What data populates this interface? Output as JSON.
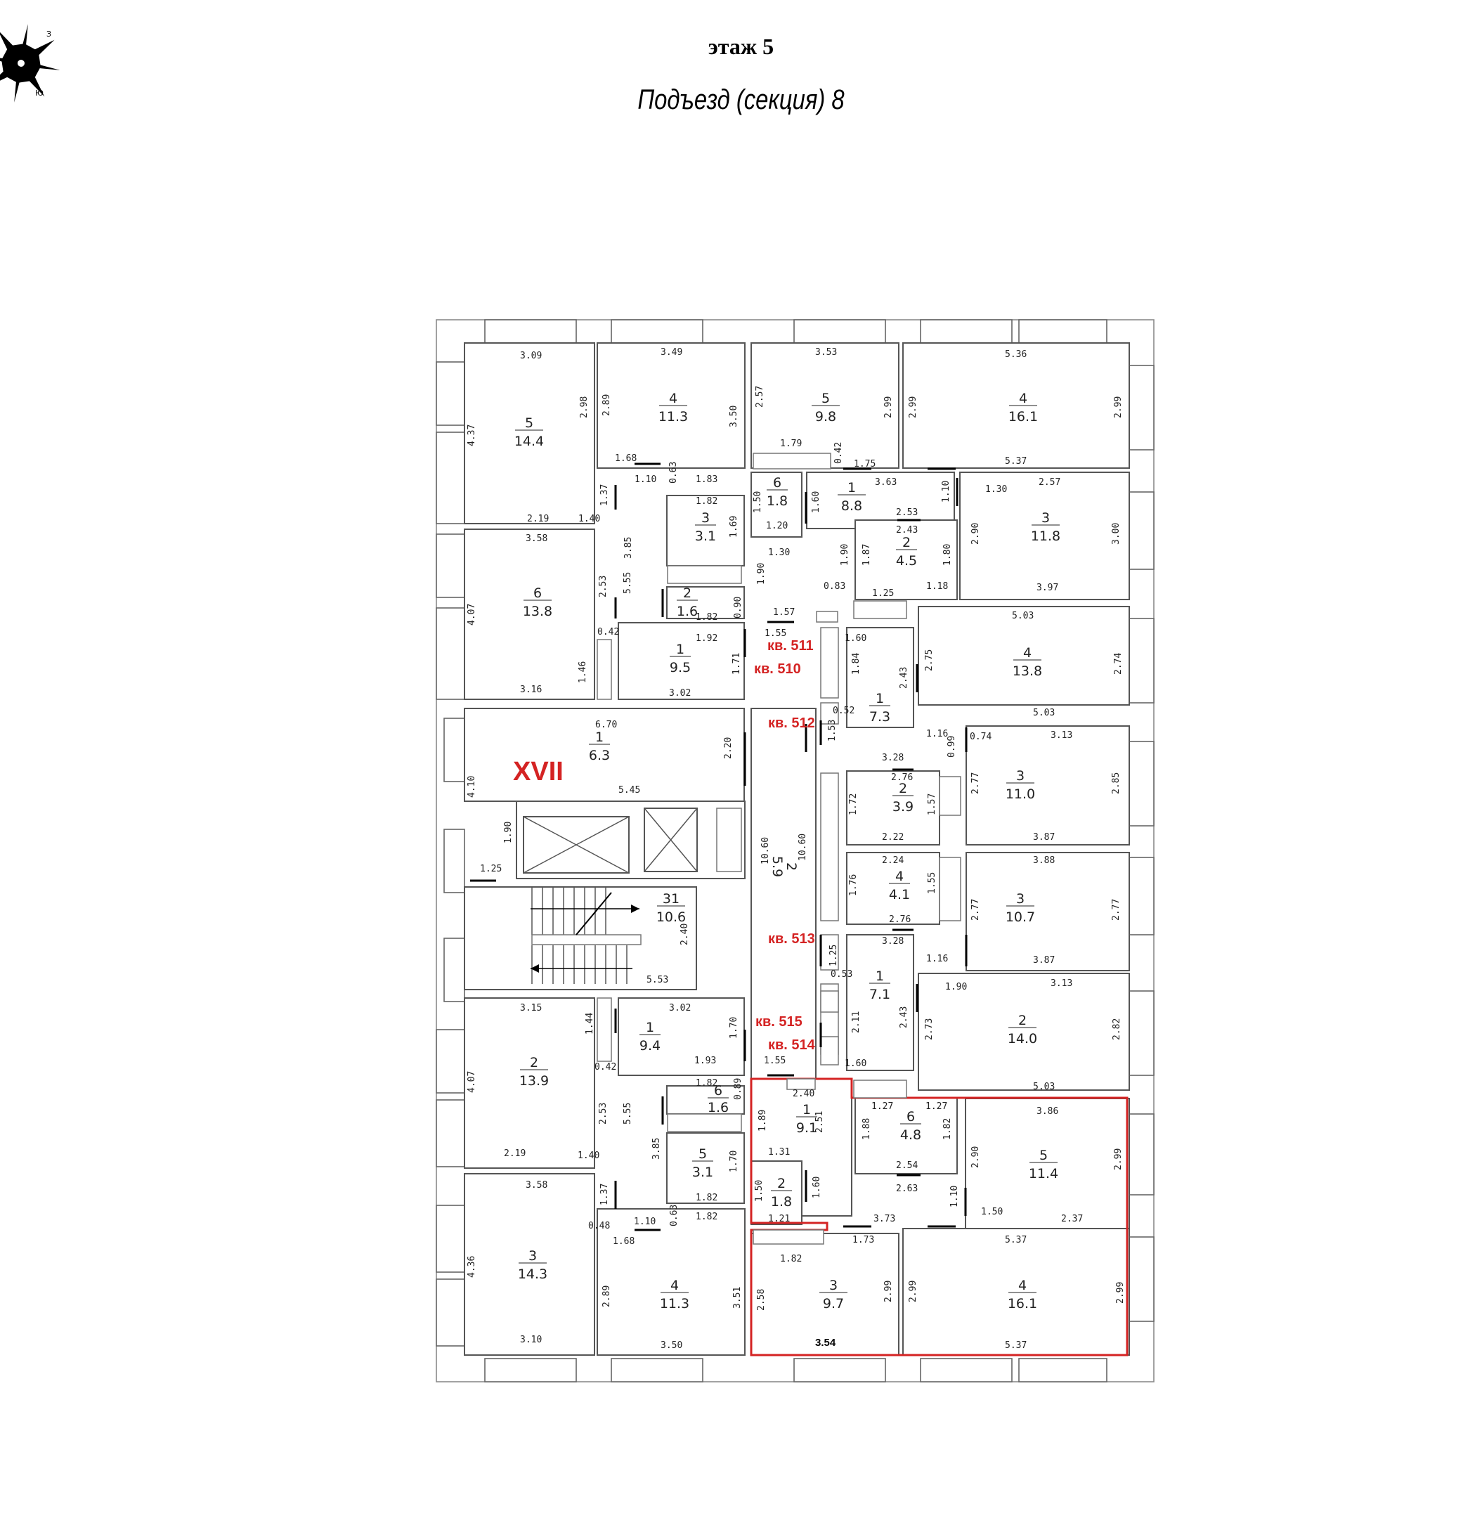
{
  "header": {
    "floor_label": "этаж 5",
    "section_label": "Подъезд (секция) 8"
  },
  "compass_letters": [
    "З",
    "Ю"
  ],
  "section_number": "XVII",
  "apartments": {
    "a511": "кв. 511",
    "a510": "кв. 510",
    "a512": "кв. 512",
    "a513": "кв. 513",
    "a515": "кв. 515",
    "a514": "кв. 514"
  },
  "rooms": [
    {
      "id": "r1",
      "num": "5",
      "area": "14.4"
    },
    {
      "id": "r2",
      "num": "4",
      "area": "11.3"
    },
    {
      "id": "r3",
      "num": "5",
      "area": "9.8"
    },
    {
      "id": "r4",
      "num": "4",
      "area": "16.1"
    },
    {
      "id": "r5",
      "num": "6",
      "area": "1.8"
    },
    {
      "id": "r6",
      "num": "1",
      "area": "8.8"
    },
    {
      "id": "r7",
      "num": "3",
      "area": "3.1"
    },
    {
      "id": "r8",
      "num": "2",
      "area": "4.5"
    },
    {
      "id": "r9",
      "num": "3",
      "area": "11.8"
    },
    {
      "id": "r10",
      "num": "6",
      "area": "13.8"
    },
    {
      "id": "r11",
      "num": "2",
      "area": "1.6"
    },
    {
      "id": "r12",
      "num": "1",
      "area": "9.5"
    },
    {
      "id": "r13",
      "num": "4",
      "area": "13.8"
    },
    {
      "id": "r14",
      "num": "1",
      "area": "7.3"
    },
    {
      "id": "r15",
      "num": "1",
      "area": "6.3"
    },
    {
      "id": "r16",
      "num": "2",
      "area": "3.9"
    },
    {
      "id": "r17",
      "num": "3",
      "area": "11.0"
    },
    {
      "id": "r18",
      "num": "2",
      "area": "5.9"
    },
    {
      "id": "r19",
      "num": "4",
      "area": "4.1"
    },
    {
      "id": "r20",
      "num": "3",
      "area": "10.7"
    },
    {
      "id": "r21",
      "num": "31",
      "area": "10.6"
    },
    {
      "id": "r22",
      "num": "1",
      "area": "7.1"
    },
    {
      "id": "r23",
      "num": "2",
      "area": "14.0"
    },
    {
      "id": "r24",
      "num": "2",
      "area": "13.9"
    },
    {
      "id": "r25",
      "num": "1",
      "area": "9.4"
    },
    {
      "id": "r26",
      "num": "6",
      "area": "1.6"
    },
    {
      "id": "r27",
      "num": "1",
      "area": "9.1"
    },
    {
      "id": "r28",
      "num": "6",
      "area": "4.8"
    },
    {
      "id": "r29",
      "num": "5",
      "area": "3.1"
    },
    {
      "id": "r30",
      "num": "5",
      "area": "11.4"
    },
    {
      "id": "r31",
      "num": "2",
      "area": "1.8"
    },
    {
      "id": "r32",
      "num": "3",
      "area": "14.3"
    },
    {
      "id": "r33",
      "num": "4",
      "area": "11.3"
    },
    {
      "id": "r34",
      "num": "3",
      "area": "9.7"
    },
    {
      "id": "r35",
      "num": "4",
      "area": "16.1"
    }
  ],
  "dims": {
    "d1": "3.09",
    "d2": "3.49",
    "d3": "3.53",
    "d4": "5.36",
    "d5": "4.37",
    "d6": "2.98",
    "d7": "2.89",
    "d8": "3.50",
    "d9": "2.57",
    "d10": "2.99",
    "d11": "2.99",
    "d12": "2.99",
    "d13": "1.79",
    "d14": "0.42",
    "d15": "1.75",
    "d16": "5.37",
    "d17": "1.68",
    "d18": "1.10",
    "d19": "0.63",
    "d20": "1.83",
    "d21": "3.63",
    "d22": "1.30",
    "d23": "2.57",
    "d24": "1.37",
    "d25": "1.82",
    "d26": "1.50",
    "d27": "1.60",
    "d28": "2.53",
    "d29": "1.10",
    "d30": "2.19",
    "d31": "1.40",
    "d32": "1.20",
    "d33": "2.43",
    "d34": "3.58",
    "d35": "3.85",
    "d36": "1.69",
    "d37": "2.90",
    "d38": "3.00",
    "d39": "1.30",
    "d40": "1.90",
    "d41": "1.87",
    "d42": "1.80",
    "d43": "4.07",
    "d44": "2.53",
    "d45": "5.55",
    "d46": "1.90",
    "d47": "0.83",
    "d48": "1.25",
    "d49": "1.18",
    "d50": "3.97",
    "d51": "1.82",
    "d52": "0.90",
    "d53": "1.57",
    "d54": "0.42",
    "d55": "1.55",
    "d56": "1.92",
    "d57": "1.60",
    "d58": "5.03",
    "d59": "1.46",
    "d60": "1.71",
    "d61": "1.84",
    "d62": "2.43",
    "d63": "2.75",
    "d64": "2.74",
    "d65": "3.16",
    "d66": "3.02",
    "d67": "0.52",
    "d68": "5.03",
    "d69": "6.70",
    "d70": "1.53",
    "d71": "1.16",
    "d72": "0.74",
    "d73": "3.13",
    "d74": "2.20",
    "d75": "0.99",
    "d76": "3.28",
    "d77": "2.76",
    "d78": "4.10",
    "d79": "5.45",
    "d80": "1.72",
    "d81": "1.57",
    "d82": "2.77",
    "d83": "2.85",
    "d84": "10.60",
    "d85": "10.60",
    "d86": "2.22",
    "d87": "3.87",
    "d88": "1.90",
    "d89": "2.24",
    "d90": "3.88",
    "d91": "1.25",
    "d92": "1.76",
    "d93": "1.55",
    "d94": "2.77",
    "d95": "2.77",
    "d96": "2.40",
    "d97": "2.76",
    "d98": "3.28",
    "d99": "1.25",
    "d100": "1.16",
    "d101": "5.53",
    "d102": "0.53",
    "d103": "3.87",
    "d104": "1.90",
    "d105": "3.13",
    "d106": "3.15",
    "d107": "3.02",
    "d108": "1.44",
    "d109": "1.70",
    "d110": "2.11",
    "d111": "2.43",
    "d112": "2.73",
    "d113": "2.82",
    "d114": "1.93",
    "d115": "0.42",
    "d116": "1.55",
    "d117": "1.60",
    "d118": "4.07",
    "d119": "1.82",
    "d120": "0.89",
    "d121": "2.40",
    "d122": "5.03",
    "d123": "2.53",
    "d124": "5.55",
    "d125": "1.27",
    "d126": "1.27",
    "d127": "3.86",
    "d128": "1.89",
    "d129": "2.51",
    "d130": "1.88",
    "d131": "1.82",
    "d132": "2.19",
    "d133": "1.40",
    "d134": "3.85",
    "d135": "1.70",
    "d136": "1.31",
    "d137": "2.90",
    "d138": "2.99",
    "d139": "2.54",
    "d140": "3.58",
    "d141": "1.37",
    "d142": "1.82",
    "d143": "1.50",
    "d144": "1.60",
    "d145": "2.63",
    "d146": "1.10",
    "d147": "0.48",
    "d148": "1.10",
    "d149": "0.63",
    "d150": "1.82",
    "d151": "1.21",
    "d152": "3.73",
    "d153": "1.50",
    "d154": "2.37",
    "d155": "1.68",
    "d156": "1.73",
    "d157": "5.37",
    "d158": "4.36",
    "d159": "1.82",
    "d160": "2.89",
    "d161": "3.51",
    "d162": "2.58",
    "d163": "2.99",
    "d164": "2.99",
    "d165": "2.99",
    "d166": "3.10",
    "d167": "3.50",
    "d168": "3.54",
    "d169": "5.37"
  }
}
